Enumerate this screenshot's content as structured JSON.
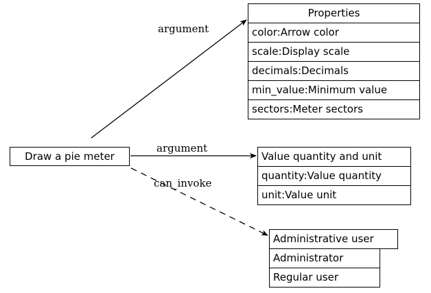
{
  "diagram": {
    "type": "uml-class-relationship-diagram",
    "background_color": "#ffffff",
    "line_color": "#000000",
    "text_color": "#000000"
  },
  "source_node": {
    "label": "Draw a pie meter"
  },
  "classes": [
    {
      "id": "properties",
      "title": "Properties",
      "title_align": "center",
      "rows": [
        "color:Arrow color",
        "scale:Display scale",
        "decimals:Decimals",
        "min_value:Minimum value",
        "sectors:Meter sectors"
      ]
    },
    {
      "id": "value-quantity-and-unit",
      "title": "Value quantity and unit",
      "title_align": "left",
      "rows": [
        "quantity:Value quantity",
        "unit:Value unit"
      ]
    },
    {
      "id": "administrative-user",
      "title": "Administrative user",
      "title_align": "left",
      "rows": [
        "Administrator",
        "Regular user"
      ]
    }
  ],
  "edges": [
    {
      "id": "edge-argument-properties",
      "label": "argument",
      "style": "solid",
      "from": "Draw a pie meter",
      "to": "Properties"
    },
    {
      "id": "edge-argument-value-quantity",
      "label": "argument",
      "style": "solid",
      "from": "Draw a pie meter",
      "to": "Value quantity and unit"
    },
    {
      "id": "edge-can-invoke-admin-user",
      "label": "can_invoke",
      "style": "dashed",
      "from": "Draw a pie meter",
      "to": "Administrative user"
    }
  ]
}
